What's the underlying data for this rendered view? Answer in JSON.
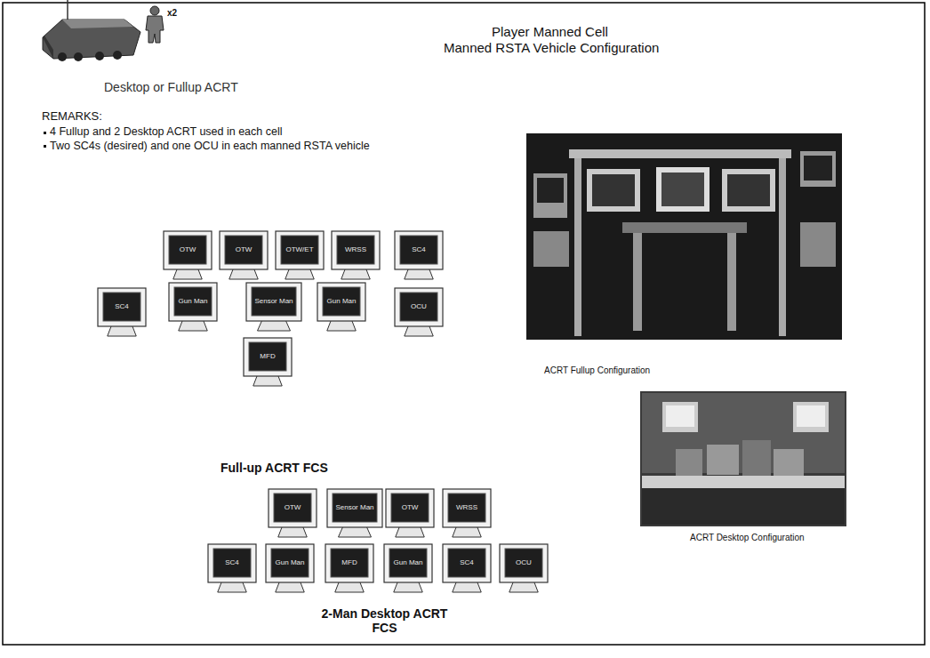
{
  "diagram": {
    "title": "Player Manned Cell",
    "nodes": [
      {
        "text": [
          "OTW"
        ]
      },
      {
        "text": [
          "OTW"
        ]
      },
      {
        "text": [
          "OTW/ET"
        ]
      },
      {
        "text": [
          "WRSS"
        ]
      },
      {
        "text": [
          "SC4"
        ]
      },
      {
        "text": [
          "SC4"
        ]
      },
      {
        "text": [
          "Gun Man"
        ]
      },
      {
        "text": [
          "Sensor Man"
        ]
      },
      {
        "text": [
          "Gun Man"
        ]
      },
      {
        "text": [
          "OCU"
        ]
      },
      {
        "text": [
          "MFD"
        ]
      },
      {
        "text": [
          "OTW"
        ]
      },
      {
        "text": [
          "Sensor Man"
        ]
      },
      {
        "text": [
          "OTW"
        ]
      },
      {
        "text": [
          "WRSS"
        ]
      },
      {
        "text": [
          "SC4"
        ]
      },
      {
        "text": [
          "Gun Man"
        ]
      },
      {
        "text": [
          "MFD"
        ]
      },
      {
        "text": [
          "Gun Man"
        ]
      },
      {
        "text": [
          "SC4"
        ]
      },
      {
        "text": [
          "OCU"
        ]
      }
    ],
    "labels": [
      "x2",
      "Manned RSTA Vehicle Configuration",
      "Desktop or Fullup ACRT",
      "REMARKS:",
      "4 Fullup and 2 Desktop ACRT used in each cell",
      "Two SC4s (desired) and one OCU in each manned RSTA vehicle",
      "ACRT Fullup Configuration",
      "Full-up ACRT FCS",
      "ACRT Desktop Configuration",
      "2-Man Desktop ACRT FCS"
    ]
  }
}
